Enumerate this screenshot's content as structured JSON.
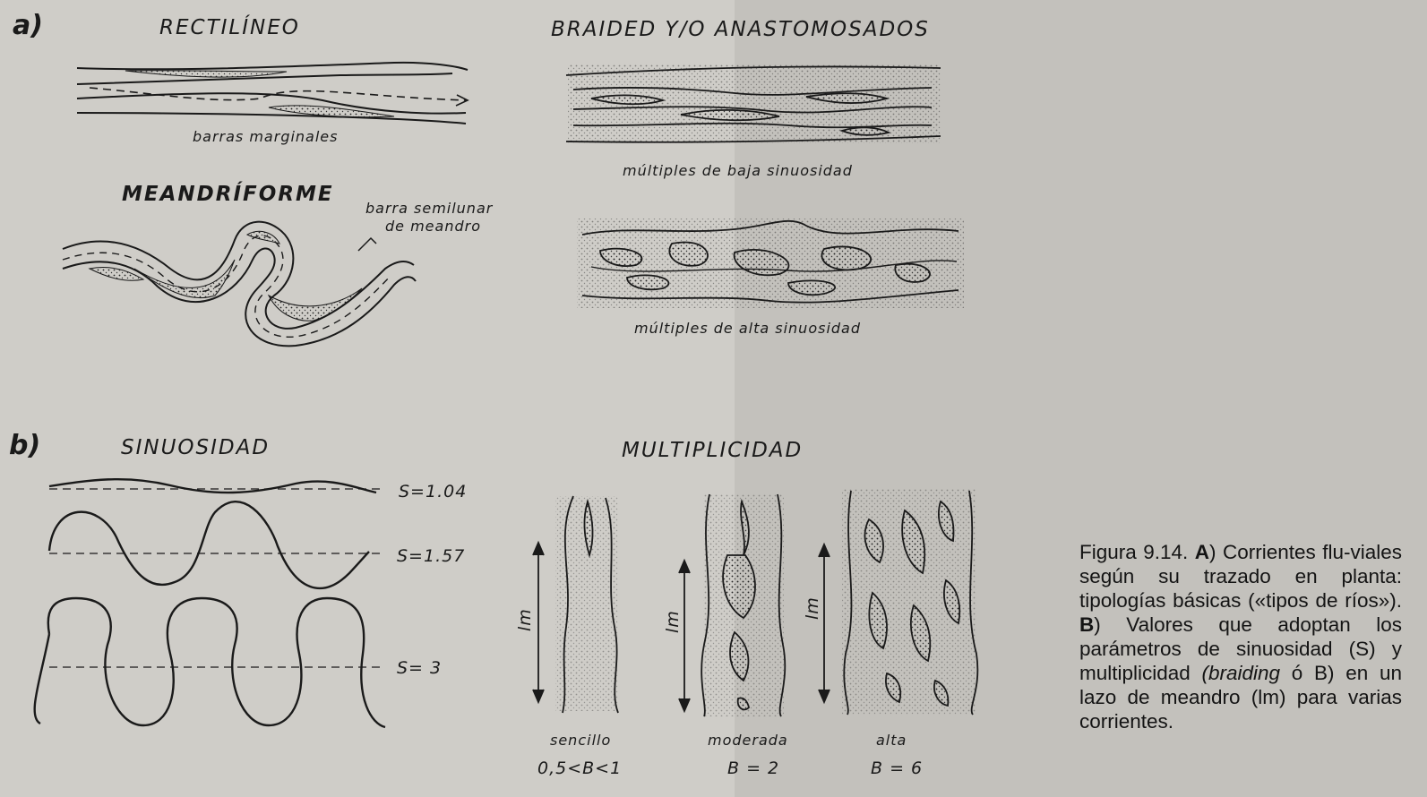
{
  "section_a": {
    "label": "a)",
    "rectilineo": {
      "title": "RECTILÍNEO",
      "caption": "barras marginales"
    },
    "meandriforme": {
      "title": "MEANDRÍFORME",
      "note_line1": "barra semilunar",
      "note_line2": "de meandro"
    },
    "braided": {
      "title": "BRAIDED Y/O ANASTOMOSADOS",
      "low_caption": "múltiples de baja sinuosidad",
      "high_caption": "múltiples de alta sinuosidad"
    }
  },
  "section_b": {
    "label": "b)",
    "sinuosidad": {
      "title": "SINUOSIDAD",
      "values": [
        "S=1.04",
        "S=1.57",
        "S= 3"
      ]
    },
    "multiplicidad": {
      "title": "MULTIPLICIDAD",
      "lm_label": "lm",
      "cases": [
        {
          "name": "sencillo",
          "value": "0,5<B<1"
        },
        {
          "name": "moderada",
          "value": "B = 2"
        },
        {
          "name": "alta",
          "value": "B = 6"
        }
      ]
    }
  },
  "caption": {
    "prefix": "Figura 9.14. ",
    "a_letter": "A",
    "a_text": ") Corrientes flu-viales según su trazado en planta: tipologías básicas («tipos de ríos»). ",
    "b_letter": "B",
    "b_text": ") Valores que adoptan los parámetros de sinuosidad (S) y multiplicidad ",
    "braiding": "(braiding",
    "tail": " ó B) en un lazo de meandro (lm) para varias corrientes."
  }
}
